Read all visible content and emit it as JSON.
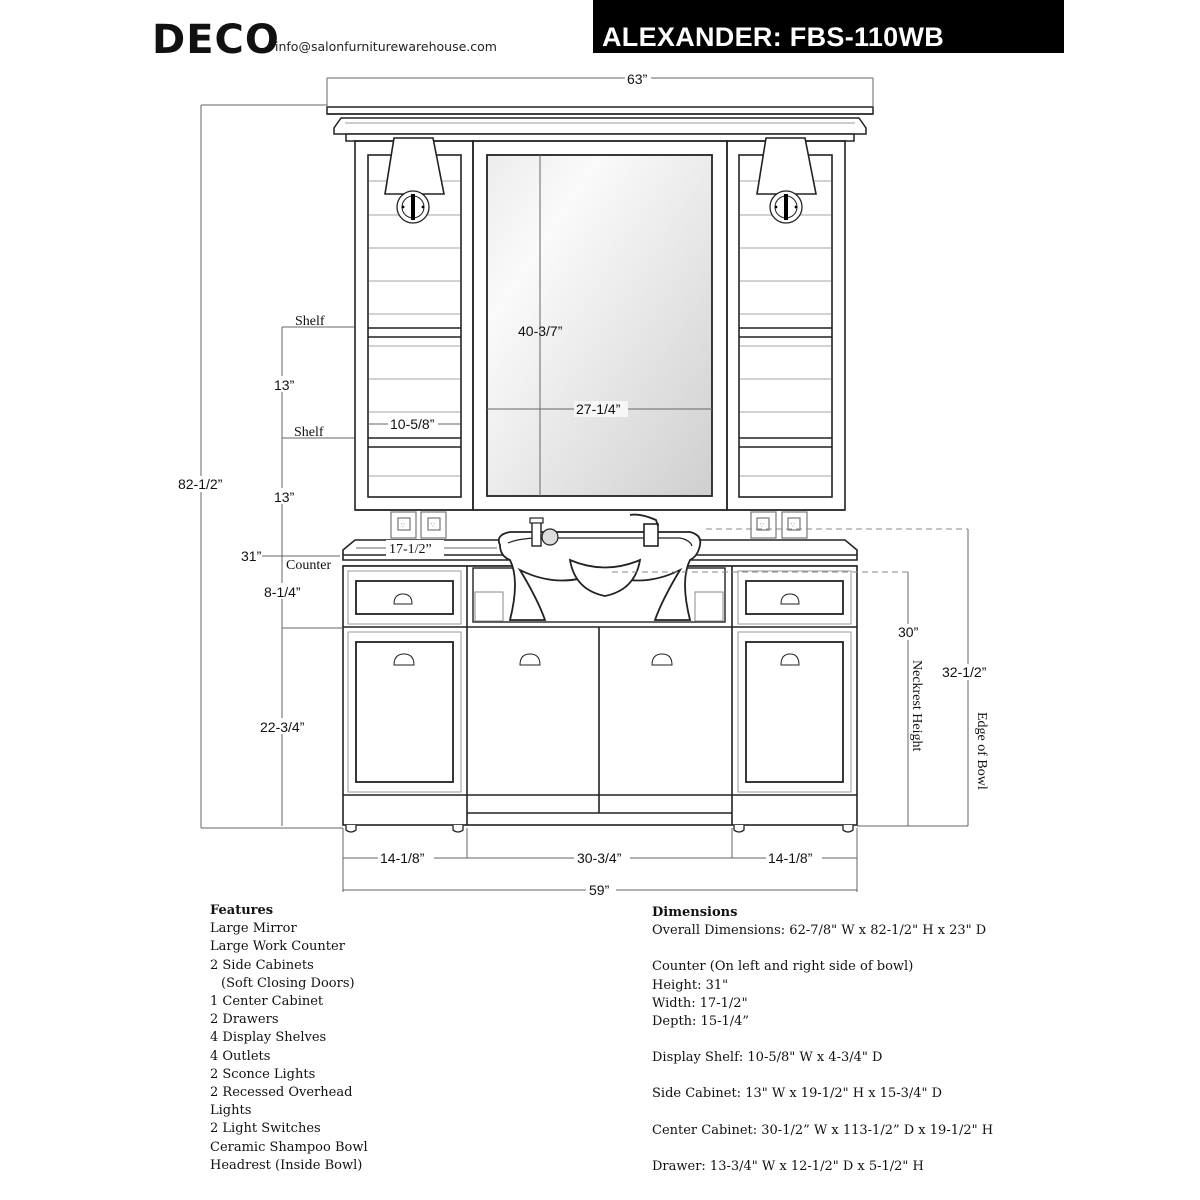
{
  "header": {
    "logo": "DECO",
    "email": "info@salonfurniturewarehouse.com",
    "title": "ALEXANDER: FBS-110WB"
  },
  "drawing": {
    "dims": {
      "overall_width_top": "63”",
      "overall_height": "82-1/2”",
      "shelf_spacing_1": "13”",
      "shelf_spacing_2": "13”",
      "counter_height": "31”",
      "drawer_height": "8-1/4”",
      "cabinet_height": "22-3/4”",
      "mirror_height": "40-3/7”",
      "mirror_width": "27-1/4”",
      "shelf_width": "10-5/8”",
      "counter_width": "17-1/2”",
      "neckrest_value": "30”",
      "bowl_edge_value": "32-1/2”",
      "left_cabinet_width": "14-1/8”",
      "center_width": "30-3/4”",
      "right_cabinet_width": "14-1/8”",
      "base_width": "59”"
    },
    "labels": {
      "shelf_1": "Shelf",
      "shelf_2": "Shelf",
      "counter": "Counter",
      "neckrest": "Neckrest Height",
      "bowl_edge": "Edge of Bowl"
    }
  },
  "features": {
    "heading": "Features",
    "items": [
      "Large Mirror",
      "Large Work Counter",
      "2 Side Cabinets",
      "(Soft Closing Doors)",
      "1 Center Cabinet",
      "2 Drawers",
      "4 Display Shelves",
      "4 Outlets",
      "2 Sconce Lights",
      "2 Recessed Overhead",
      "Lights",
      "2 Light Switches",
      "Ceramic Shampoo Bowl",
      "Headrest (Inside Bowl)"
    ]
  },
  "dimensions": {
    "heading": "Dimensions",
    "overall": "Overall Dimensions: 62-7/8\" W x 82-1/2\" H x 23\" D",
    "counter_heading": "Counter (On left and right side of bowl)",
    "counter_height": "Height: 31\"",
    "counter_width": "Width: 17-1/2\"",
    "counter_depth": "Depth: 15-1/4”",
    "display_shelf": "Display Shelf: 10-5/8\" W x 4-3/4\" D",
    "side_cabinet": "Side Cabinet: 13\" W x 19-1/2\" H x 15-3/4\" D",
    "center_cabinet": "Center Cabinet: 30-1/2” W x 113-1/2” D x 19-1/2\" H",
    "drawer": "Drawer: 13-3/4\" W x 12-1/2\" D x 5-1/2\" H"
  }
}
